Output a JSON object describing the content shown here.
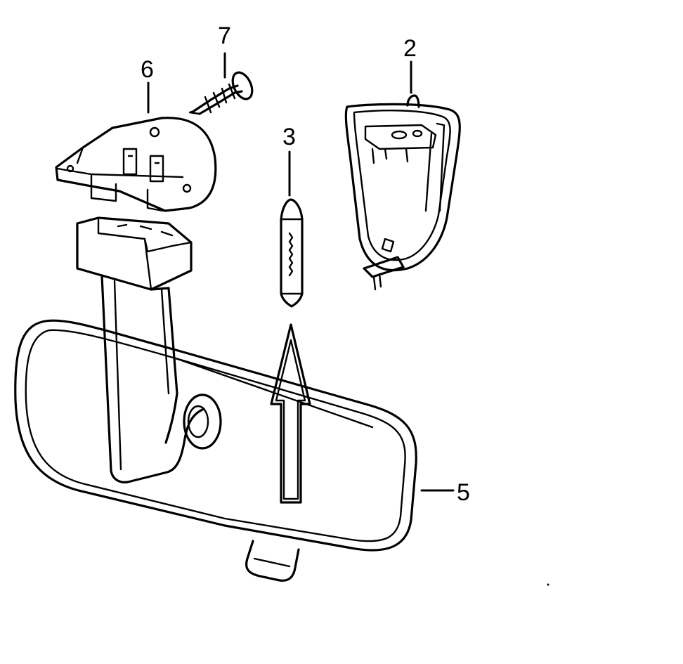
{
  "callouts": {
    "c2": "2",
    "c3": "3",
    "c5": "5",
    "c6": "6",
    "c7": "7"
  },
  "colors": {
    "line": "#000000",
    "background": "#ffffff"
  },
  "arrow": {
    "direction": "up"
  }
}
